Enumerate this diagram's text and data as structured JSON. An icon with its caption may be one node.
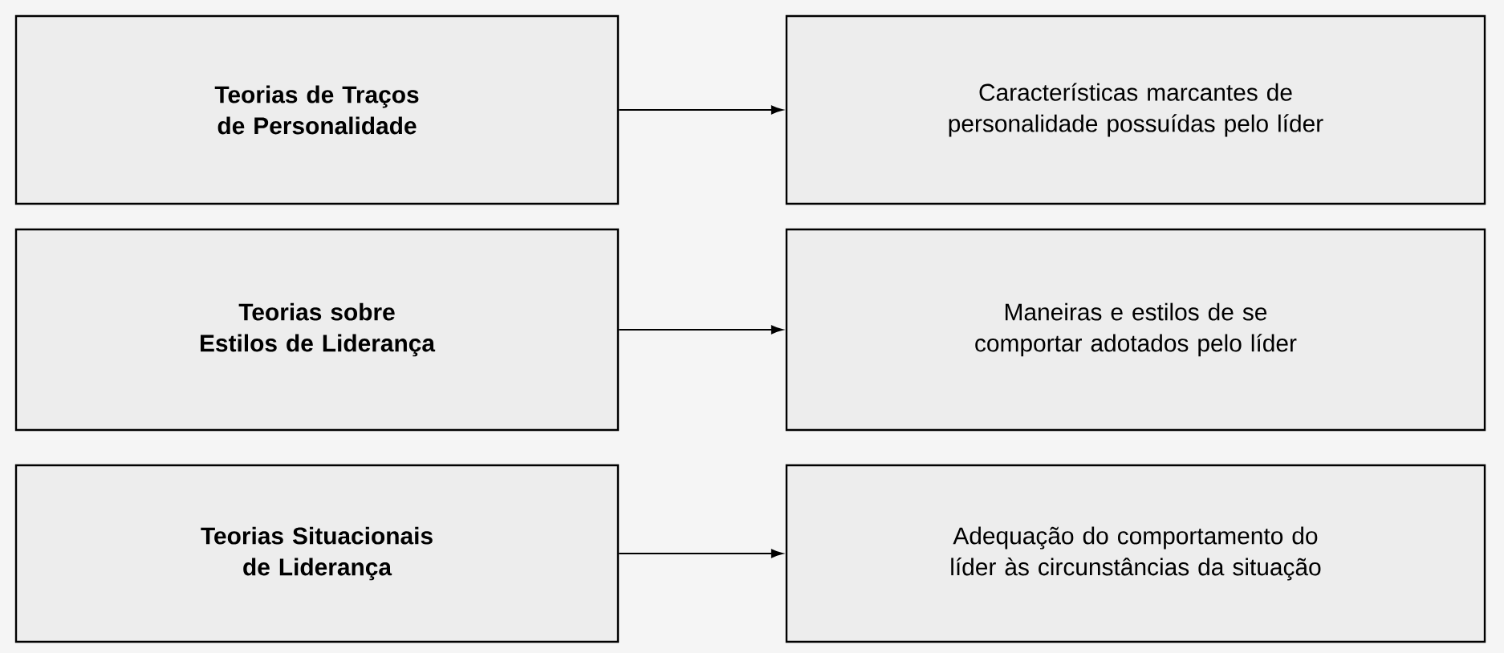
{
  "diagram": {
    "nodes": [
      {
        "text": [
          "Teorias de Traços de Personalidade"
        ]
      },
      {
        "text": [
          "Características marcantes de personalidade possuídas pelo líder"
        ]
      },
      {
        "text": [
          "Teorias sobre Estilos de Liderança"
        ]
      },
      {
        "text": [
          "Maneiras e estilos de se comportar adotados pelo líder"
        ]
      },
      {
        "text": [
          "Teorias Situacionais de Liderança"
        ]
      },
      {
        "text": [
          "Adequação do comportamento do líder às circunstâncias da situação"
        ]
      }
    ],
    "edges": [
      {
        "from": 0,
        "to": 1,
        "arrow": "to"
      },
      {
        "from": 2,
        "to": 3,
        "arrow": "to"
      },
      {
        "from": 4,
        "to": 5,
        "arrow": "to"
      }
    ]
  }
}
